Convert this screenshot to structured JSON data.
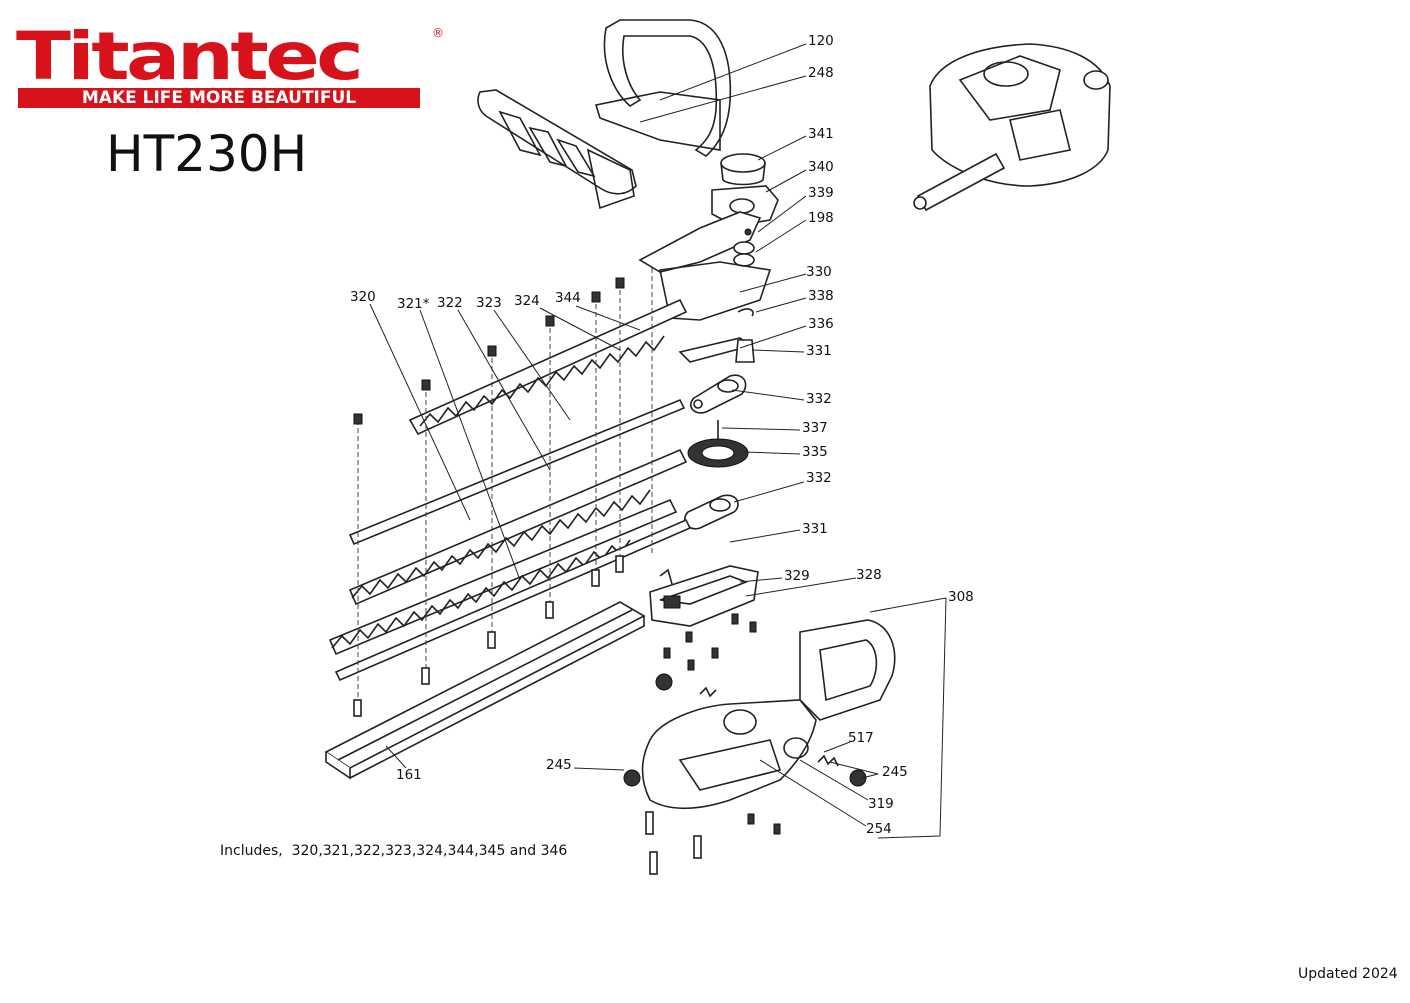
{
  "logo": {
    "brand": "Titantec",
    "registered": "®",
    "tagline": "MAKE LIFE MORE BEAUTIFUL"
  },
  "model": "HT230H",
  "footnote": "Includes,  320,321,322,323,324,344,345 and 346",
  "updated": "Updated 2024",
  "callouts": {
    "c120": "120",
    "c248": "248",
    "c341": "341",
    "c340": "340",
    "c339": "339",
    "c198": "198",
    "c330": "330",
    "c338": "338",
    "c336": "336",
    "c331a": "331",
    "c332a": "332",
    "c337": "337",
    "c335": "335",
    "c332b": "332",
    "c331b": "331",
    "c329": "329",
    "c328": "328",
    "c308": "308",
    "c320": "320",
    "c321": "321*",
    "c322": "322",
    "c323": "323",
    "c324": "324",
    "c344": "344",
    "c161": "161",
    "c245a": "245",
    "c517": "517",
    "c245b": "245",
    "c319": "319",
    "c254": "254"
  }
}
